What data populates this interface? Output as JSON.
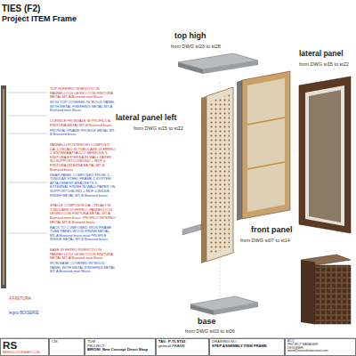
{
  "diagram": {
    "title": "TIES (F2)",
    "nodes": [
      {
        "text": [
          "RS",
          "NEWSOLUTIONSNEXT.COM"
        ]
      },
      {
        "text": [
          "CM"
        ]
      },
      {
        "text": [
          "TDM",
          "PROJECT:",
          "BRIONI_New Concept Direct Shop"
        ]
      },
      {
        "text": [
          "TAV.: P-TI-ST02",
          "general FRAME"
        ]
      },
      {
        "text": [
          "DRAWING NO:",
          "STEP ASSEMBLY ITEM FRAME"
        ]
      },
      {
        "text": [
          "ACQ",
          "PROJECT MANAGER:",
          "DESIGNER:",
          "morid@newsolutionsnext.com"
        ]
      }
    ],
    "labels": [
      "Project ITEM Frame",
      "TOP IN FERRO RIVESTITO IN PANNELLO DI LEGNO CON FINITURA METAL MT-A Bronzed matt Brass",
      "IRON TOP COVERED IN WOOD PANEL WITH METAL FINISHING METAL MT-A Bronzed matt Brass",
      "CORNICE FRONTALE IN PROFILO A FINITURA METAL MT-B Bronzed brass",
      "FRONTAL FRAME PROFILE METAL MT-B Bronzed brass",
      "PANNELLI POSTERIORI COMPOSTI DA: 1-TELAIO IN TUBOLARE DI FERRO 2-SISTEMA ATTACCO MENSOLE 3-FINITURA ESTERNA IN WALL PAPER SU SUPPORTO DIBOND + MDF 4-FINITURA INTERNA METAL MT-B Bronzed brass",
      "REAR PANEL COMPOSED FROM: 1-TUBULAR STEEL FRAME 2-SYSTEM ATTACHMENT BRACKETS 3-EXTERNAL FINISH IN WALL PAPER ON SUPPORT DIBOND + MDF 4-INSIDE FINISH METAL MT-B Bronzed brass",
      "SPALLE COMPOSTE DA: -TELAIO IN TUBOLARE DI FERRO -PANNELLO DI LEGNO CON FINITURA METAL MT-A Bronzed matt brass -PROFILO INTERNO METAL MT-B Bronzed brass",
      "BACK TO COMPOSED: IRON FRAME TUBE PANEL WOOD FINISH METAL MT-A Bronzed brass matt PROFILE INSIDE METAL MT-B Bronzed brass",
      "BASE IN FERRO RIVESTITO IN PANNELLO DI LEGNO CON FINITURA METAL MT-A Bronzed matt Brass",
      "IRON BASE COVERED IN WOOD PANEL WITH METAL FINISHING METAL MT-A Bronzed matt Brass",
      "A FINITURA",
      "legno BOISERIE",
      "top high",
      "from DWG st23 to st28",
      "lateral panel",
      "from DWG st15 to st22",
      "lateral panel left",
      "from DWG st15 to st22",
      "front panel",
      "from DWG st07 to st14",
      "base",
      "from DWG st03 to st06"
    ]
  }
}
